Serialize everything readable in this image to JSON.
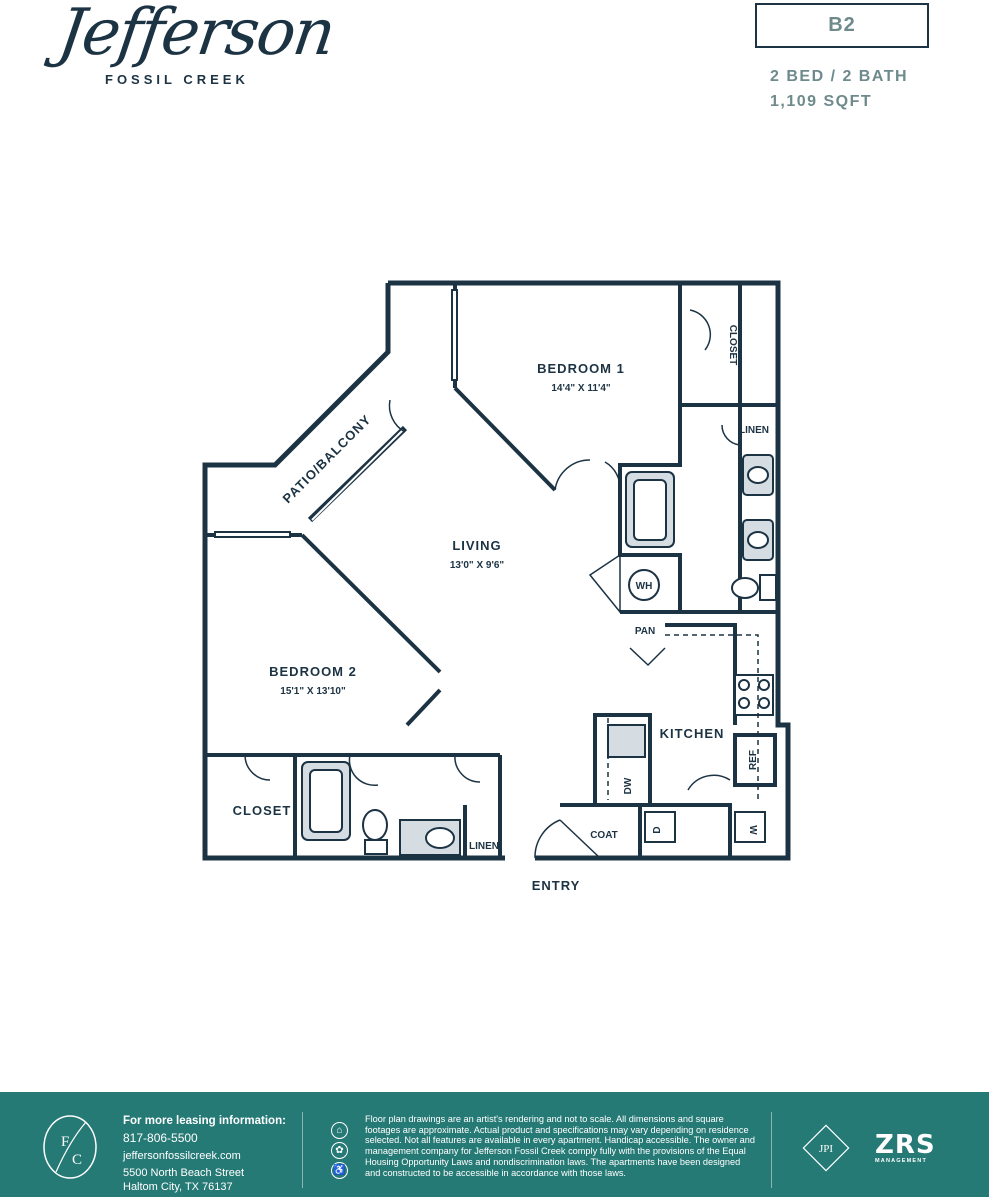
{
  "brand": {
    "script_name": "Jefferson",
    "sub_name": "FOSSIL CREEK"
  },
  "unit": {
    "code": "B2",
    "beds_baths": "2 BED / 2 BATH",
    "sqft": "1,109 SQFT"
  },
  "rooms": {
    "bedroom1": {
      "label": "BEDROOM 1",
      "dims": "14'4\" X 11'4\""
    },
    "living": {
      "label": "LIVING",
      "dims": "13'0\" X 9'6\""
    },
    "bedroom2": {
      "label": "BEDROOM 2",
      "dims": "15'1\" X 13'10\""
    },
    "patio": {
      "label": "PATIO/BALCONY"
    },
    "kitchen": {
      "label": "KITCHEN"
    },
    "entry": {
      "label": "ENTRY"
    }
  },
  "small_labels": {
    "closet_top": "CLOSET",
    "linen_top": "LINEN",
    "wh": "WH",
    "pan": "PAN",
    "ref": "REF",
    "dw": "DW",
    "coat": "COAT",
    "d": "D",
    "w": "W",
    "closet_bottom": "CLOSET",
    "linen_bottom": "LINEN"
  },
  "footer": {
    "leasing_heading": "For more leasing information:",
    "phone": "817-806-5500",
    "website": "jeffersonfossilcreek.com",
    "address1": "5500 North Beach Street",
    "address2": "Haltom City, TX 76137",
    "fc_monogram_f": "F",
    "fc_monogram_c": "C",
    "disclaimer": "Floor plan drawings are an artist's rendering and not to scale. All dimensions and square footages are approximate. Actual product and specifications may vary depending on residence selected. Not all features are available in every apartment. Handicap accessible. The owner and management company for Jefferson Fossil Creek comply fully with the provisions of the Equal Housing Opportunity Laws and nondiscrimination laws. The apartments have been designed and constructed to be accessible in accordance with those laws.",
    "jpi_logo": "JPI",
    "zrs_logo": "ZRS",
    "zrs_sub": "MANAGEMENT"
  },
  "colors": {
    "ink": "#1c3344",
    "accent_gray": "#6e8a8c",
    "footer_bg": "#267a76",
    "fixture_fill": "#d6dde2"
  },
  "icons": [
    "equal-housing-icon",
    "pet-paw-icon",
    "wheelchair-icon"
  ]
}
